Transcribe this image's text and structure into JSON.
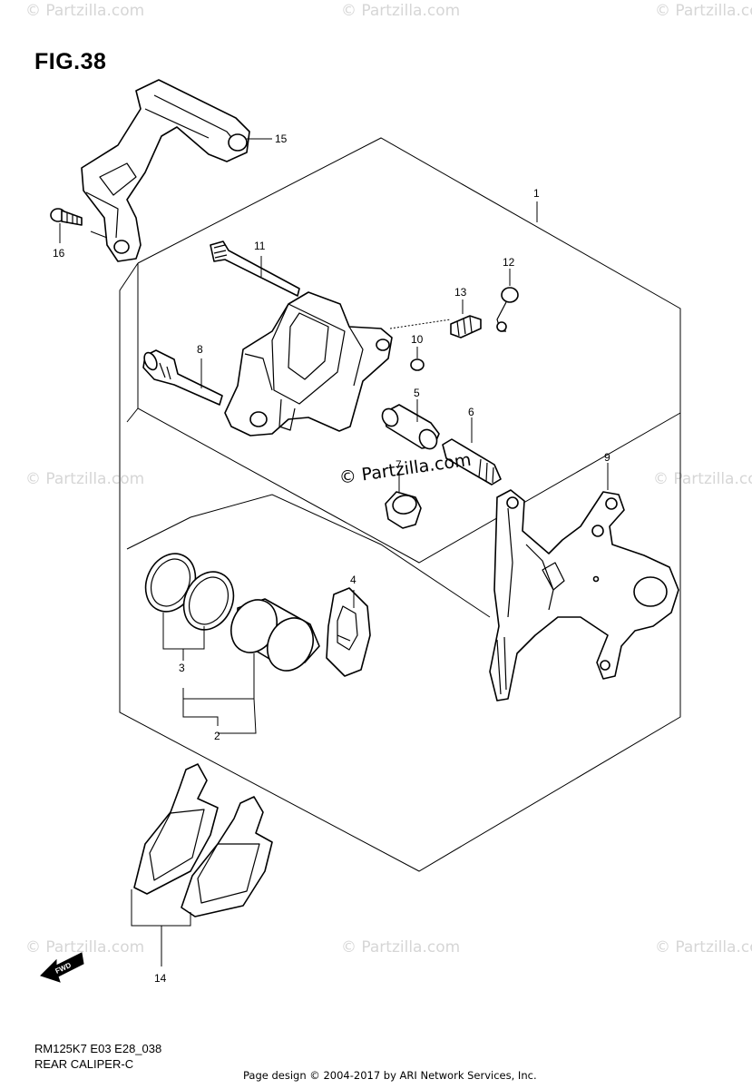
{
  "figure": {
    "title": "FIG.38",
    "model_code": "RM125K7 E03 E28_038",
    "section_name": "REAR CALIPER-C"
  },
  "footer": {
    "credit": "Page design © 2004-2017 by ARI Network Services, Inc."
  },
  "watermark": {
    "text": "© Partzilla.com",
    "center_text": "© Partzilla.com"
  },
  "fwd_badge": "FWD",
  "callouts": [
    {
      "id": "c1",
      "label": "1"
    },
    {
      "id": "c2",
      "label": "2"
    },
    {
      "id": "c3",
      "label": "3"
    },
    {
      "id": "c4",
      "label": "4"
    },
    {
      "id": "c5",
      "label": "5"
    },
    {
      "id": "c6",
      "label": "6"
    },
    {
      "id": "c7",
      "label": "7"
    },
    {
      "id": "c8",
      "label": "8"
    },
    {
      "id": "c9",
      "label": "9"
    },
    {
      "id": "c10",
      "label": "10"
    },
    {
      "id": "c11",
      "label": "11"
    },
    {
      "id": "c12",
      "label": "12"
    },
    {
      "id": "c13",
      "label": "13"
    },
    {
      "id": "c14",
      "label": "14"
    },
    {
      "id": "c15",
      "label": "15"
    },
    {
      "id": "c16",
      "label": "16"
    }
  ]
}
